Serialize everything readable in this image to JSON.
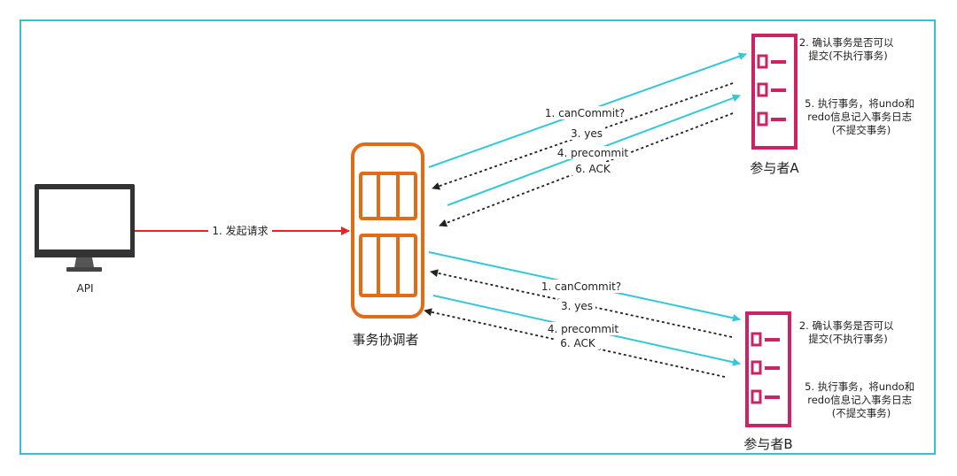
{
  "colors": {
    "frame": "#33c2cc",
    "request_arrow": "#ee2222",
    "request_line": "#33c8d8",
    "response_line": "#222222",
    "coordinator": "#e36b15",
    "participant": "#cc2266",
    "monitor": "#333333"
  },
  "client": {
    "label": "API",
    "icon": "desktop-monitor-icon"
  },
  "coordinator": {
    "label": "事务协调者",
    "icon": "server-icon"
  },
  "request_edge": {
    "label": "1. 发起请求"
  },
  "participant_a": {
    "label": "参与者A",
    "icon": "server-rack-icon",
    "note1": [
      "2. 确认事务是否可以",
      "提交(不执行事务)"
    ],
    "note2": [
      "5. 执行事务，将undo和",
      "redo信息记入事务日志",
      "(不提交事务)"
    ]
  },
  "participant_b": {
    "label": "参与者B",
    "icon": "server-rack-icon",
    "note1": [
      "2. 确认事务是否可以",
      "提交(不执行事务)"
    ],
    "note2": [
      "5. 执行事务，将undo和",
      "redo信息记入事务日志",
      "(不提交事务)"
    ]
  },
  "messages_a": {
    "m1": "1. canCommit?",
    "m3": "3. yes",
    "m4": "4. precommit",
    "m6": "6. ACK"
  },
  "messages_b": {
    "m1": "1. canCommit?",
    "m3": "3. yes",
    "m4": "4. precommit",
    "m6": "6. ACK"
  }
}
